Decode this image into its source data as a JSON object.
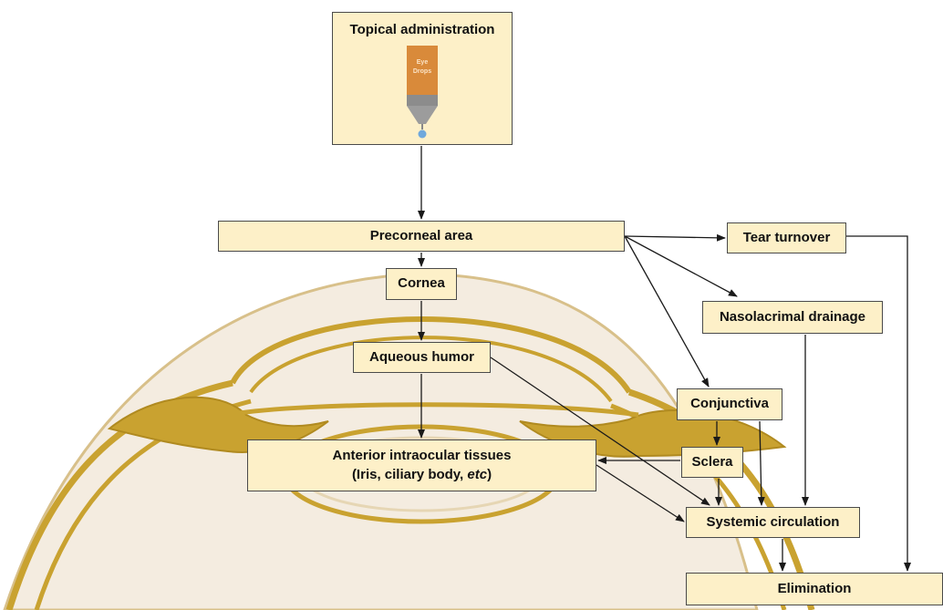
{
  "colors": {
    "box_fill": "#fdf0c8",
    "box_border": "#4a4a4a",
    "eye_stroke": "#c9a230",
    "eye_fill": "#f4ece0",
    "eye_mid": "#e6d6b4",
    "bottle": "#d98a3a",
    "nozzle": "#9c9c9c",
    "drop": "#6fa8dc"
  },
  "bottle_label": [
    "Eye",
    "Drops"
  ],
  "nodes": {
    "topical": "Topical administration",
    "precorneal": "Precorneal area",
    "tear": "Tear turnover",
    "nasolacrimal": "Nasolacrimal drainage",
    "cornea": "Cornea",
    "aqueous": "Aqueous humor",
    "conjunctiva": "Conjunctiva",
    "sclera": "Sclera",
    "anterior_line1": "Anterior intraocular tissues",
    "anterior_line2_a": "(Iris, ciliary body, ",
    "anterior_line2_em": "etc",
    "anterior_line2_b": ")",
    "systemic": "Systemic circulation",
    "elimination": "Elimination"
  },
  "edges": [
    [
      "topical",
      "precorneal"
    ],
    [
      "precorneal",
      "cornea"
    ],
    [
      "precorneal",
      "tear"
    ],
    [
      "precorneal",
      "nasolacrimal"
    ],
    [
      "precorneal",
      "conjunctiva"
    ],
    [
      "cornea",
      "aqueous"
    ],
    [
      "aqueous",
      "anterior"
    ],
    [
      "aqueous",
      "systemic"
    ],
    [
      "conjunctiva",
      "sclera"
    ],
    [
      "conjunctiva",
      "systemic"
    ],
    [
      "sclera",
      "anterior"
    ],
    [
      "sclera",
      "systemic"
    ],
    [
      "nasolacrimal",
      "systemic"
    ],
    [
      "anterior",
      "systemic"
    ],
    [
      "tear",
      "elimination"
    ],
    [
      "systemic",
      "elimination"
    ]
  ]
}
